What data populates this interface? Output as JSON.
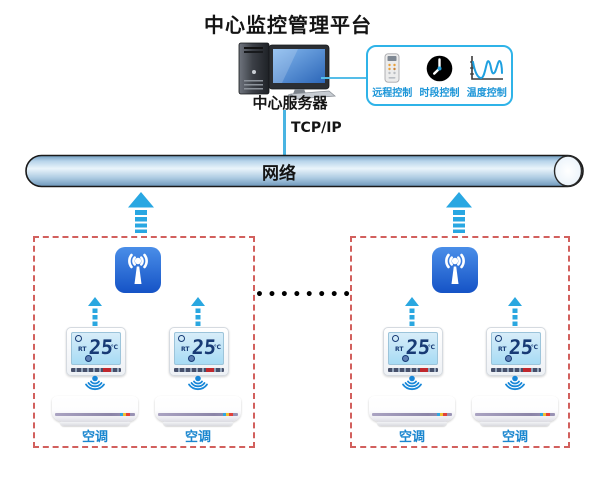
{
  "header": {
    "title": "中心监控管理平台"
  },
  "server": {
    "label": "中心服务器"
  },
  "tcp": {
    "label": "TCP/IP"
  },
  "network": {
    "label": "网络"
  },
  "control_panel": {
    "items": [
      {
        "icon": "remote-control-icon",
        "label": "远程控制"
      },
      {
        "icon": "clock-icon",
        "label": "时段控制"
      },
      {
        "icon": "temperature-curve-icon",
        "label": "温度控制"
      }
    ]
  },
  "separator": {
    "dots": "••••••••••"
  },
  "zones": [
    {
      "gateway_icon": "wireless-gateway-icon",
      "devices": [
        {
          "thermostat": {
            "label": "RT",
            "temperature": "25",
            "unit": "℃"
          },
          "ac_label": "空调"
        },
        {
          "thermostat": {
            "label": "RT",
            "temperature": "25",
            "unit": "℃"
          },
          "ac_label": "空调"
        }
      ]
    },
    {
      "gateway_icon": "wireless-gateway-icon",
      "devices": [
        {
          "thermostat": {
            "label": "RT",
            "temperature": "25",
            "unit": "℃"
          },
          "ac_label": "空调"
        },
        {
          "thermostat": {
            "label": "RT",
            "temperature": "25",
            "unit": "℃"
          },
          "ac_label": "空调"
        }
      ]
    }
  ],
  "colors": {
    "arrow_cyan": "#29a7e2",
    "zone_dashed_border": "#d2605d",
    "gateway_blue": "#1f62d0",
    "panel_border_cyan": "#2fb3e8",
    "label_blue": "#1a86cf",
    "thermostat_lcd": "#a7dbf4",
    "pipe_blue": "#b7d4ea"
  }
}
